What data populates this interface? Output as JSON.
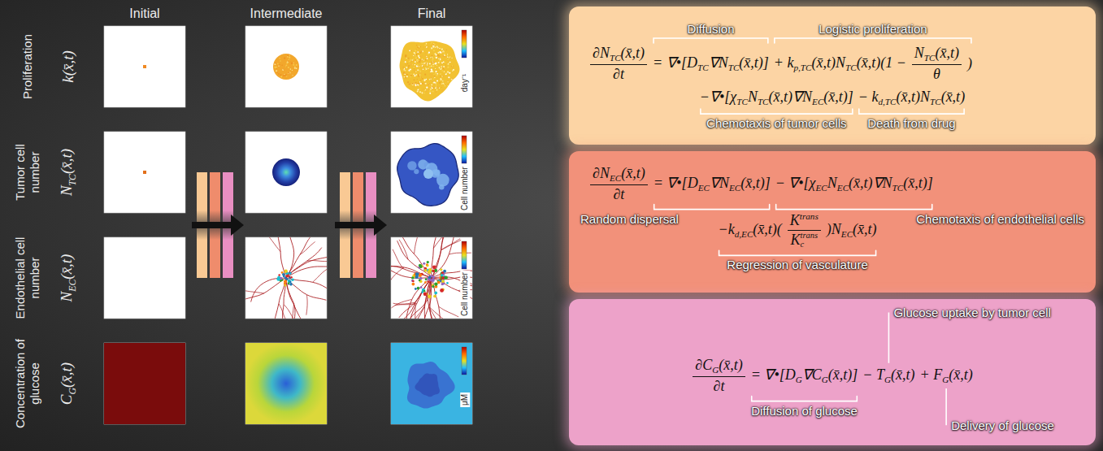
{
  "diagram": {
    "nodes": [
      {
        "text": [
          "day⁻¹"
        ]
      },
      {
        "text": [
          "Cell number"
        ]
      },
      {
        "text": [
          "Cell number"
        ]
      },
      {
        "text": [
          "μM"
        ]
      },
      {
        "text": [
          "Diffusion",
          "Logistic proliferation",
          "∂NTC(x̄,t)",
          "∂t",
          "= ∇•[DTC∇NTC(x̄,t)]",
          "+ kp,TC(x̄,t)NTC(x̄,t)(1 −",
          "NTC(x̄,t)",
          "θ",
          ")",
          "−∇•[χTCNTC(x̄,t)∇NEC(x̄,t)]",
          "− kd,TC(x̄,t)NTC(x̄,t)",
          "Chemotaxis of tumor cells",
          "Death from drug"
        ]
      },
      {
        "text": [
          "∂NEC(x̄,t)",
          "∂t",
          "= ∇•[DEC∇NEC(x̄,t)]",
          "− ∇•[χECNEC(x̄,t)∇NTC(x̄,t)]",
          "Random dispersal",
          "Chemotaxis of endothelial cells",
          "−kd,EC(x̄,t)(",
          "Ktrans",
          "Kctrans",
          ")NEC(x̄,t)",
          "Regression of vasculature"
        ]
      },
      {
        "text": [
          "Glucose uptake by tumor cell",
          "∂CG(x̄,t)",
          "∂t",
          "= ∇•[DG∇CG(x̄,t)]",
          "− TG(x̄,t)",
          "+ FG(x̄,t)",
          "Delivery of glucose",
          "Diffusion of glucose"
        ]
      }
    ],
    "labels": [
      "Initial",
      "Intermediate",
      "Final",
      "Proliferation",
      "k(x̄,t)",
      "Tumor cell number",
      "NTC(x̄,t)",
      "Endothelial cell number",
      "NEC(x̄,t)",
      "Concentration of glucose",
      "CG(x̄,t)"
    ]
  }
}
